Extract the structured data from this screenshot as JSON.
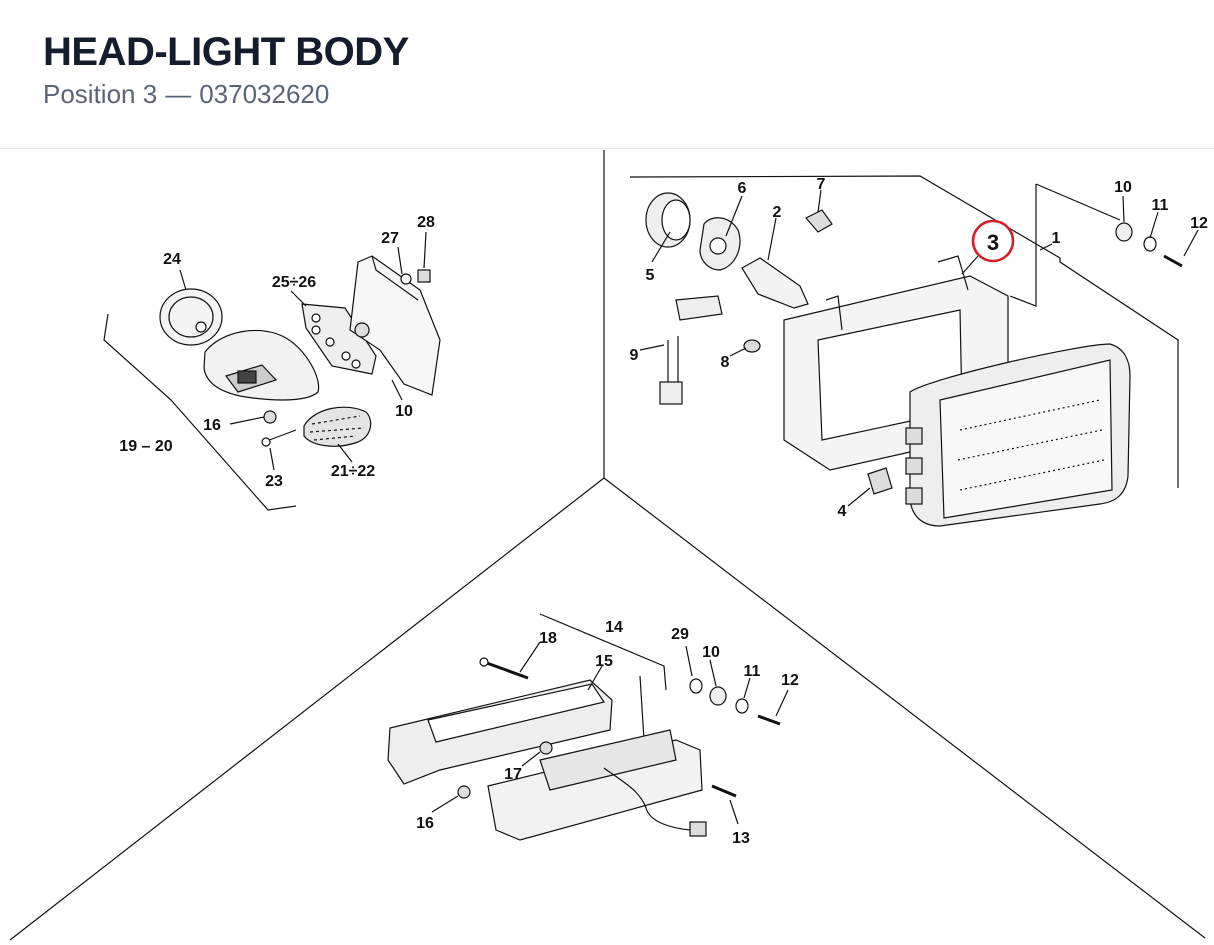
{
  "header": {
    "title": "HEAD-LIGHT BODY",
    "position_label": "Position 3",
    "separator": "—",
    "part_number": "037032620"
  },
  "diagram": {
    "highlighted_callout": "3",
    "highlight_color": "#d0202a",
    "line_color": "#111111",
    "left_group": {
      "callouts": [
        "24",
        "27",
        "28",
        "25÷26",
        "10",
        "16",
        "19 – 20",
        "23",
        "21÷22"
      ]
    },
    "right_group": {
      "callouts": [
        "6",
        "7",
        "2",
        "10",
        "11",
        "12",
        "1",
        "5",
        "9",
        "8",
        "4"
      ]
    },
    "bottom_group": {
      "callouts": [
        "18",
        "14",
        "15",
        "29",
        "10",
        "11",
        "12",
        "17",
        "16",
        "13"
      ]
    }
  }
}
